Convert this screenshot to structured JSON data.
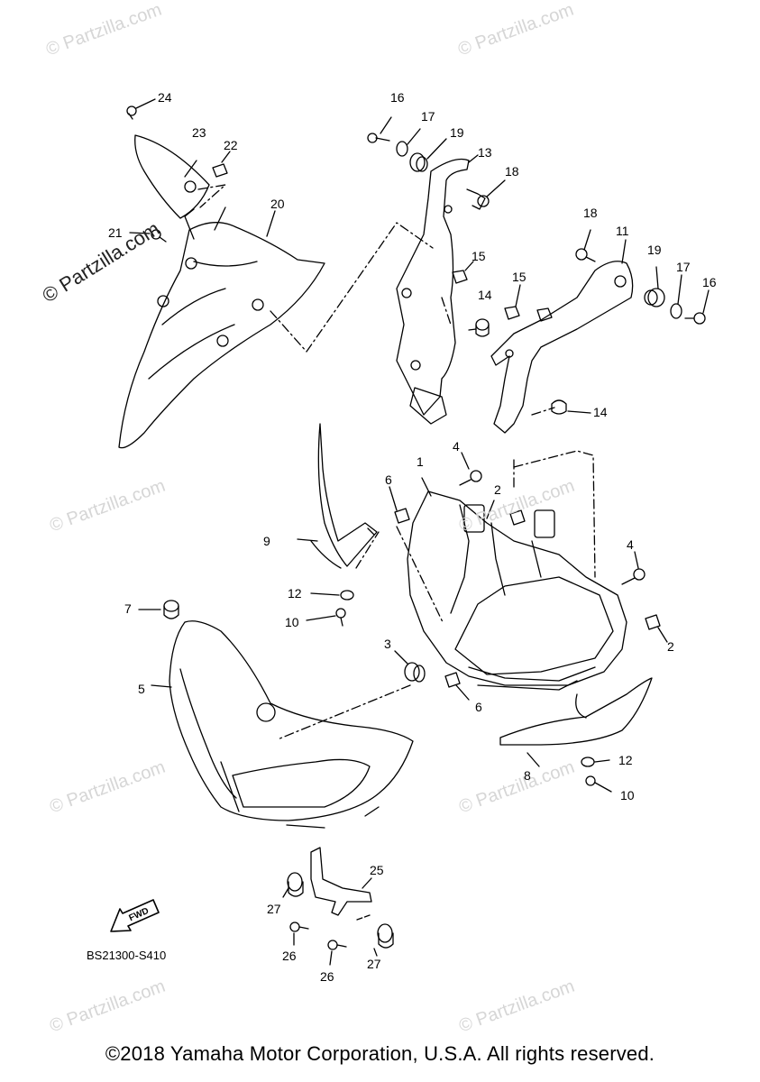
{
  "diagram": {
    "code": "BS21300-S410",
    "copyright": "©2018 Yamaha Motor Corporation, U.S.A. All rights reserved.",
    "fwd_label": "FWD",
    "watermark": "© Partzilla.com",
    "watermark_small": "© Partzilla.com",
    "callouts": [
      "24",
      "23",
      "22",
      "21",
      "20",
      "16",
      "17",
      "19",
      "13",
      "18",
      "15",
      "14",
      "18",
      "11",
      "19",
      "17",
      "16",
      "15",
      "14",
      "4",
      "1",
      "6",
      "2",
      "9",
      "12",
      "10",
      "7",
      "5",
      "3",
      "4",
      "2",
      "6",
      "8",
      "12",
      "10",
      "25",
      "27",
      "26",
      "26",
      "27"
    ]
  }
}
